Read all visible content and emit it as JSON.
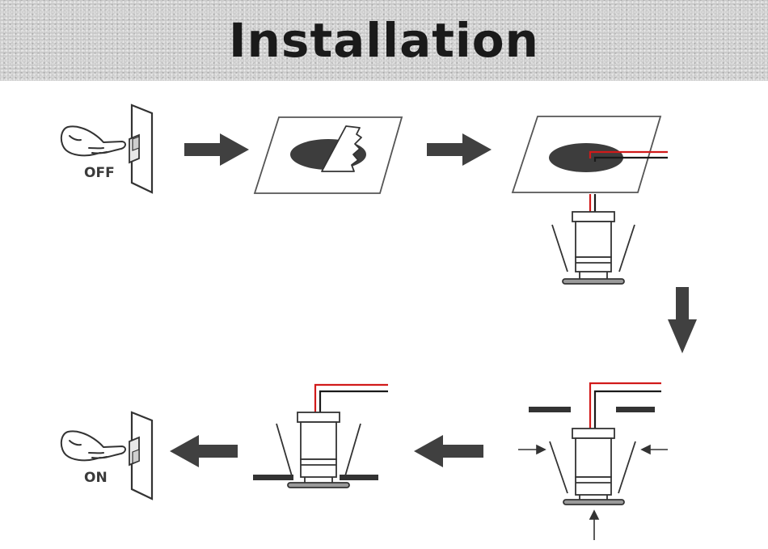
{
  "header": {
    "title": "Installation"
  },
  "steps": {
    "switch_off_label": "OFF",
    "switch_on_label": "ON"
  },
  "colors": {
    "wire_red": "#d11a1a",
    "wire_black": "#1a1a1a",
    "arrow_gray": "#404040",
    "header_gray": "#c9c9c9"
  },
  "icons": [
    "hand-pointing-icon",
    "wall-switch-icon",
    "saw-icon",
    "ceiling-panel-icon",
    "downlight-fixture-icon",
    "flow-arrow-icon"
  ]
}
